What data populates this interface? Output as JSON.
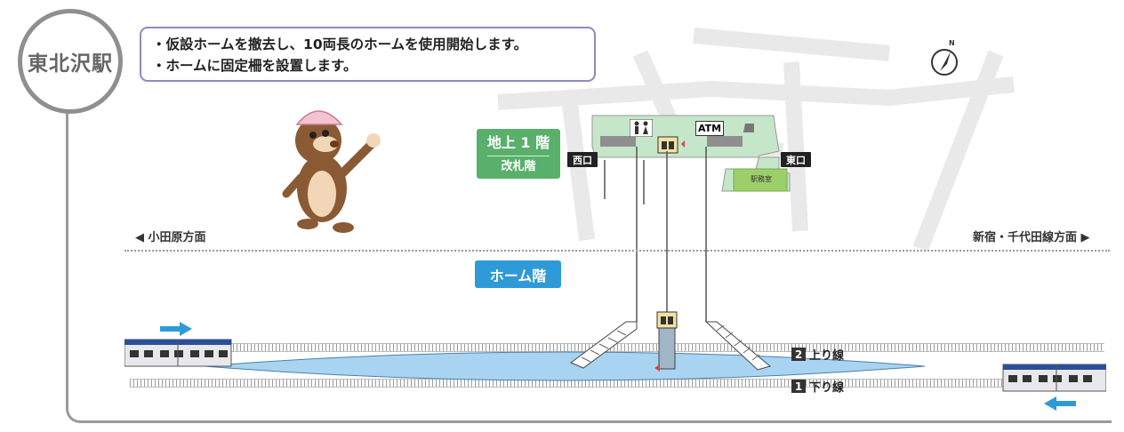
{
  "station": {
    "name": "東北沢駅"
  },
  "notice": {
    "lines": [
      "・仮設ホームを撤去し、10両長のホームを使用開始します。",
      "・ホームに固定柵を設置します。"
    ]
  },
  "floors": {
    "ground_line1": "地上 1 階",
    "ground_line2": "改札階",
    "platform": "ホーム階"
  },
  "directions": {
    "left": "◀ 小田原方面",
    "right": "新宿・千代田線方面 ▶"
  },
  "exits": {
    "west": "西口",
    "east": "東口"
  },
  "facilities": {
    "atm": "ATM",
    "toilet": "トイレ",
    "elevator": "エレベーター",
    "office": "駅務室",
    "north": "N"
  },
  "tracks": [
    {
      "num": "2",
      "label": "上り線"
    },
    {
      "num": "1",
      "label": "下り線"
    }
  ],
  "colors": {
    "ground_badge": "#58b06a",
    "platform_badge": "#2f9ad8",
    "platform": "#a8d4f2",
    "concourse": "#c5e6c8",
    "arrow": "#2f9ad8"
  }
}
